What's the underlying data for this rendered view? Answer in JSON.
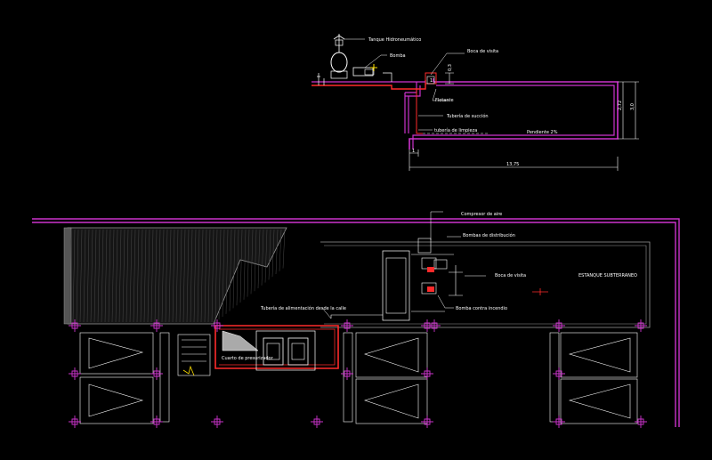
{
  "labels": {
    "hydro_tank": "Tanque Hidroneumático",
    "pump": "Bomba",
    "inspection_box": "Boca de visita",
    "float_valve": "Flotante",
    "suction_pipe": "Tubería de succión",
    "drain_pipe": "tubería de limpieza",
    "slope": "Pendiente 2%",
    "air_compressor": "Compresor de aire",
    "distribution_pumps": "Bombas de distribución",
    "plan_inspection_box": "Boca de visita",
    "underground_tank": "ESTANQUE SUBTERRANEO",
    "street_feed_pipe": "Tubería de alimentación desde la calle",
    "fire_pump": "Bomba contra incendio",
    "pressurization_room": "Cuarto de presurizador"
  },
  "dimensions": {
    "small_height": "0,3",
    "height_a": "2,72",
    "height_b": "3,0",
    "length": "13,75",
    "small_width": "1"
  },
  "colors": {
    "background": "#000000",
    "wall": "#cc33cc",
    "pipe_red": "#ff2a2a",
    "line_white": "#ffffff",
    "grid_gray": "#9a9a9a",
    "accent_yellow": "#ffe000"
  }
}
